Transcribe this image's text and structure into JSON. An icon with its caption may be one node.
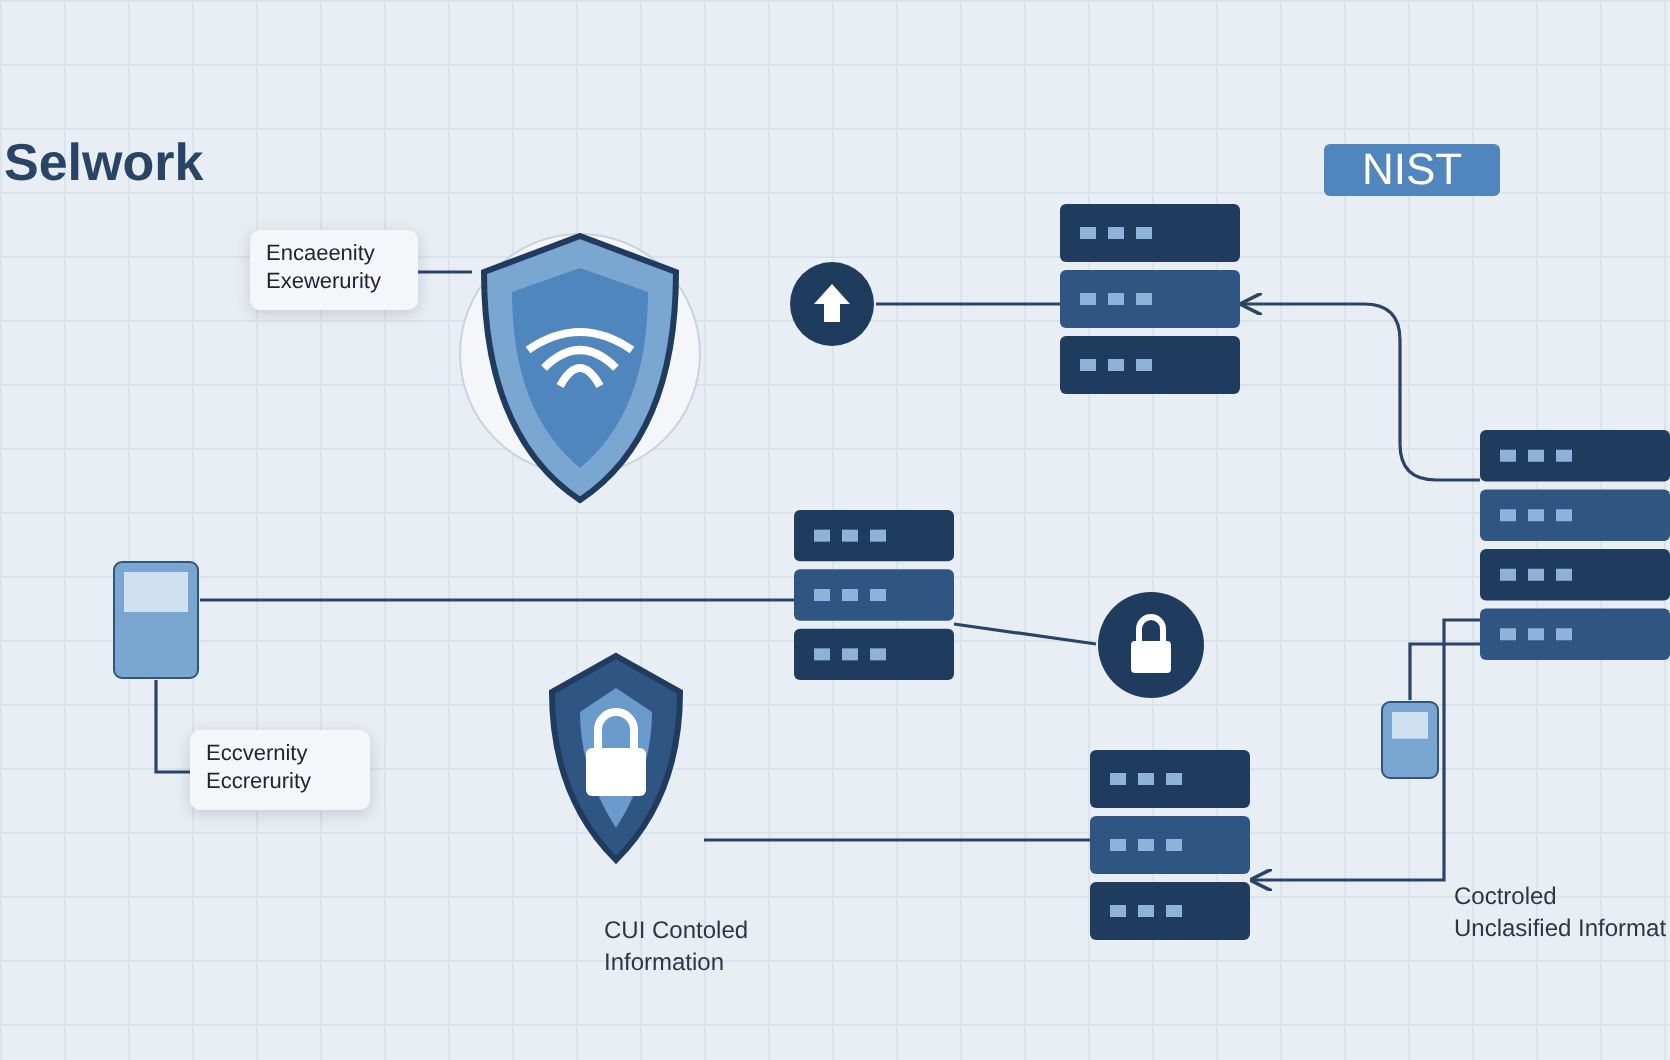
{
  "diagram": {
    "title": "Selwork",
    "nodes": [
      {
        "text": [
          "Encaeenity Exewerurity"
        ]
      },
      {
        "text": [
          "NIST"
        ]
      },
      {
        "text": [
          "Eccvernity Eccrerurity"
        ]
      },
      {
        "text": [],
        "shape": "shield"
      },
      {
        "text": [],
        "shape": "shield"
      },
      {
        "text": [],
        "shape": "circle"
      },
      {
        "text": [],
        "shape": "server"
      },
      {
        "text": [],
        "shape": "server"
      },
      {
        "text": [],
        "shape": "server"
      },
      {
        "text": [],
        "shape": "server"
      },
      {
        "text": [],
        "shape": "circle"
      },
      {
        "text": [],
        "shape": "box"
      },
      {
        "text": [],
        "shape": "box"
      }
    ],
    "edges": [
      {
        "from": 5,
        "to": 6,
        "arrow": "none"
      },
      {
        "from": 9,
        "to": 6,
        "arrow": "to"
      },
      {
        "from": 11,
        "to": 7,
        "arrow": "none"
      },
      {
        "from": 7,
        "to": 10,
        "arrow": "none"
      },
      {
        "from": 4,
        "to": 8,
        "arrow": "none"
      },
      {
        "from": 9,
        "to": 8,
        "arrow": "to"
      },
      {
        "from": 12,
        "to": 9,
        "arrow": "none"
      },
      {
        "from": 2,
        "to": 11,
        "arrow": "none"
      },
      {
        "from": 0,
        "to": 3,
        "arrow": "none"
      }
    ],
    "labels": [
      "CUI Contoled Information",
      "Coctroled Unclasified Informat"
    ]
  }
}
